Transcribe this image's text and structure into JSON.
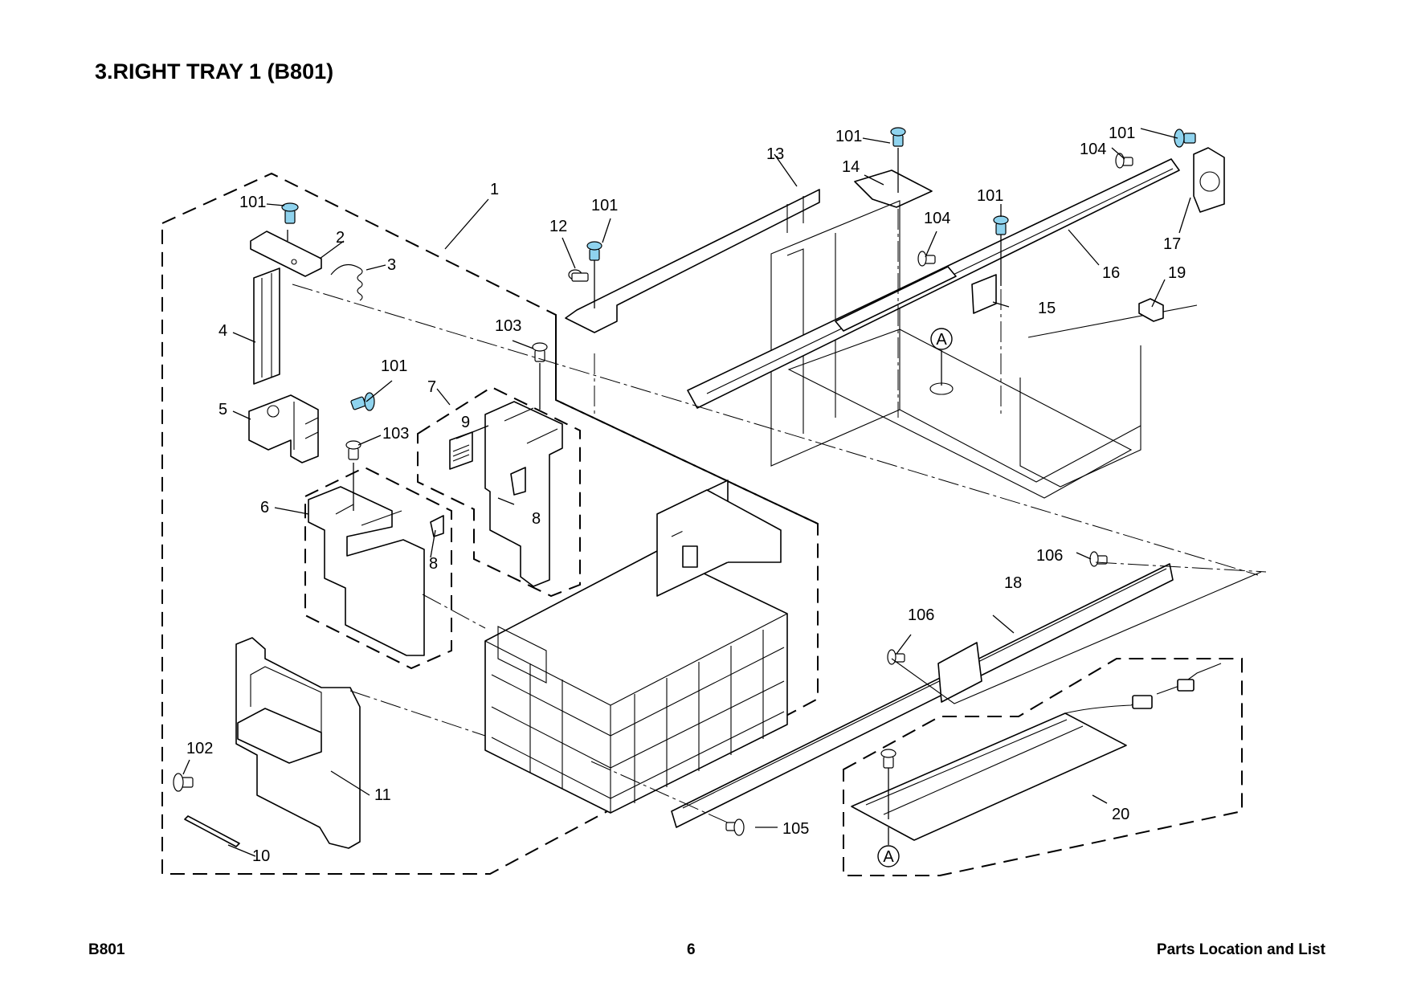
{
  "title": "3.RIGHT TRAY 1 (B801)",
  "footer": {
    "left": "B801",
    "center": "6",
    "right": "Parts Location and List"
  },
  "callouts": [
    {
      "id": "1",
      "label": "1"
    },
    {
      "id": "2",
      "label": "2"
    },
    {
      "id": "3",
      "label": "3"
    },
    {
      "id": "4",
      "label": "4"
    },
    {
      "id": "5",
      "label": "5"
    },
    {
      "id": "6",
      "label": "6"
    },
    {
      "id": "7",
      "label": "7"
    },
    {
      "id": "8a",
      "label": "8"
    },
    {
      "id": "8b",
      "label": "8"
    },
    {
      "id": "9",
      "label": "9"
    },
    {
      "id": "10",
      "label": "10"
    },
    {
      "id": "11",
      "label": "11"
    },
    {
      "id": "12",
      "label": "12"
    },
    {
      "id": "13",
      "label": "13"
    },
    {
      "id": "14",
      "label": "14"
    },
    {
      "id": "15",
      "label": "15"
    },
    {
      "id": "16",
      "label": "16"
    },
    {
      "id": "17",
      "label": "17"
    },
    {
      "id": "18",
      "label": "18"
    },
    {
      "id": "19",
      "label": "19"
    },
    {
      "id": "20",
      "label": "20"
    },
    {
      "id": "101a",
      "label": "101"
    },
    {
      "id": "101b",
      "label": "101"
    },
    {
      "id": "101c",
      "label": "101"
    },
    {
      "id": "101d",
      "label": "101"
    },
    {
      "id": "101e",
      "label": "101"
    },
    {
      "id": "101f",
      "label": "101"
    },
    {
      "id": "102",
      "label": "102"
    },
    {
      "id": "103a",
      "label": "103"
    },
    {
      "id": "103b",
      "label": "103"
    },
    {
      "id": "104a",
      "label": "104"
    },
    {
      "id": "104b",
      "label": "104"
    },
    {
      "id": "105",
      "label": "105"
    },
    {
      "id": "106a",
      "label": "106"
    },
    {
      "id": "106b",
      "label": "106"
    }
  ],
  "connectors": [
    {
      "id": "A-top",
      "label": "A"
    },
    {
      "id": "A-bottom",
      "label": "A"
    }
  ],
  "colors": {
    "highlight_screw": "#8fd3ee",
    "line": "#000000",
    "background": "#ffffff"
  }
}
